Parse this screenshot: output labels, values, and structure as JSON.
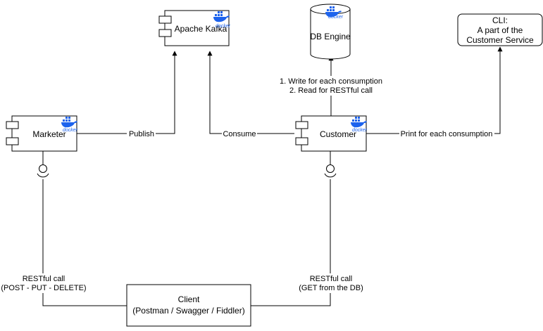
{
  "nodes": {
    "kafka": {
      "label": "Apache Kafka",
      "badge": "docker"
    },
    "db": {
      "label": "DB Engine",
      "badge": "docker"
    },
    "cli": {
      "line1": "CLI:",
      "line2": "A part of the",
      "line3": "Customer Service"
    },
    "marketer": {
      "label": "Marketer",
      "badge": "docker"
    },
    "customer": {
      "label": "Customer",
      "badge": "docker"
    },
    "client": {
      "line1": "Client",
      "line2": "(Postman / Swagger / Fiddler)"
    }
  },
  "edges": {
    "publish": "Publish",
    "consume": "Consume",
    "print": "Print for each consumption",
    "db_line1": "1. Write for each consumption",
    "db_line2": "2. Read for RESTful call",
    "rest_left_line1": "RESTful call",
    "rest_left_line2": "(POST - PUT - DELETE)",
    "rest_right_line1": "RESTful call",
    "rest_right_line2": "(GET from the DB)"
  },
  "colors": {
    "stroke": "#000000",
    "docker": "#1d63ed",
    "background": "#ffffff"
  }
}
